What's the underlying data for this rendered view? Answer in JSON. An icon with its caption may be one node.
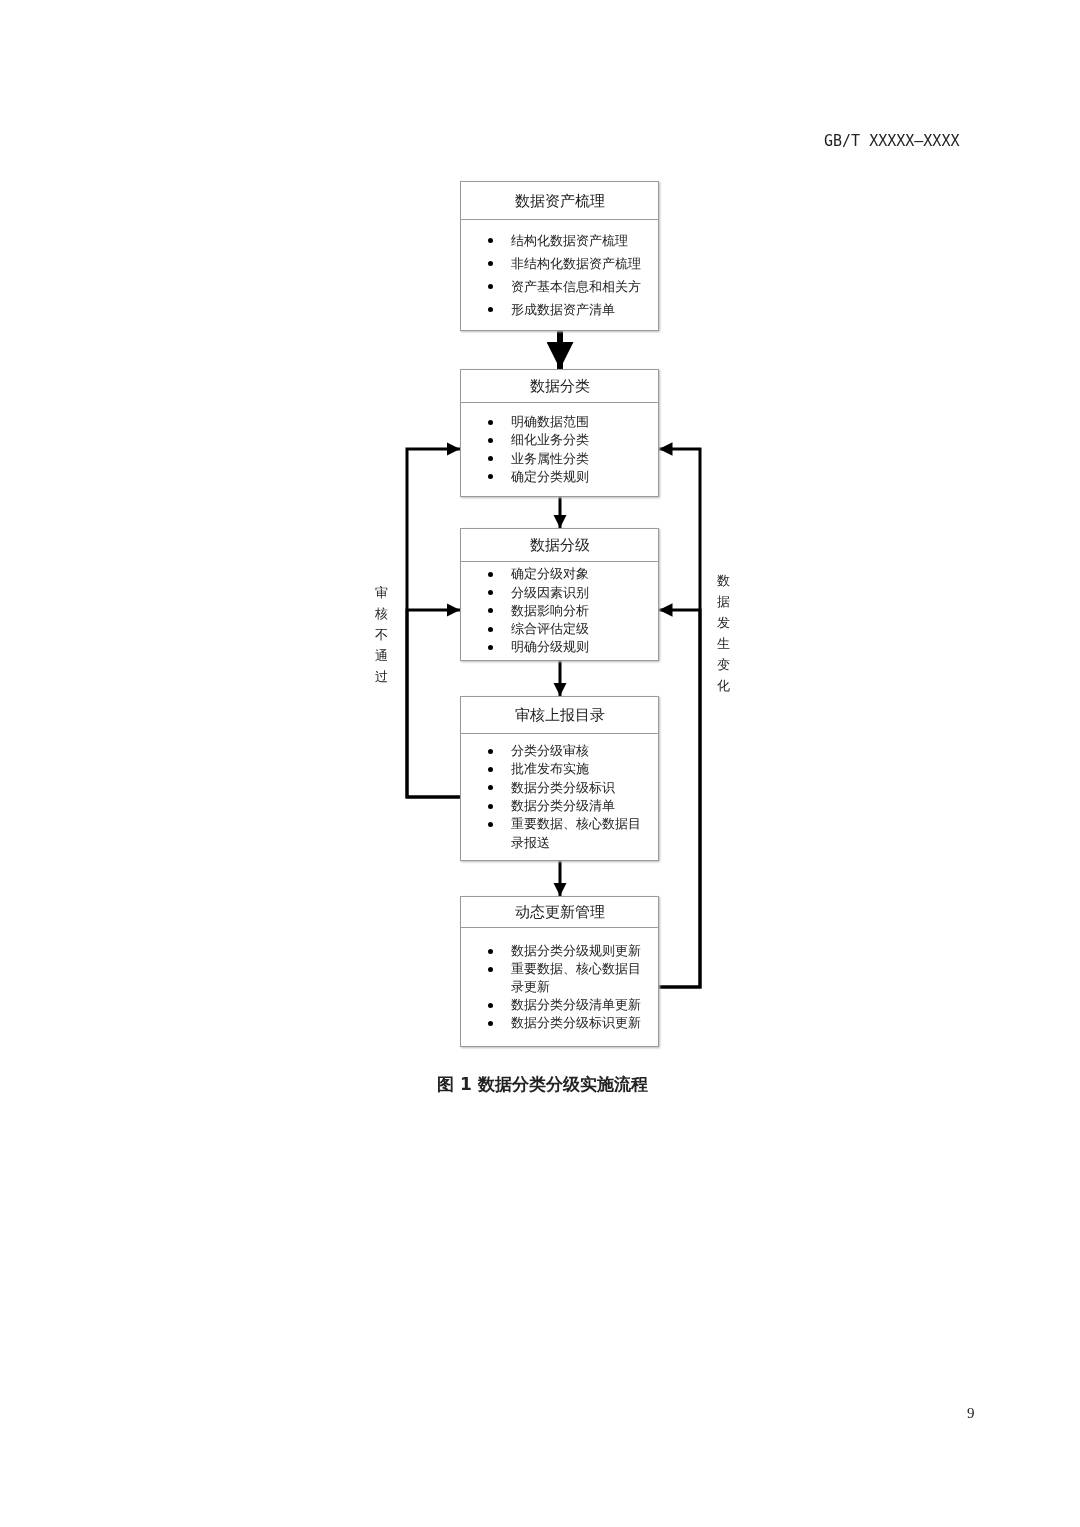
{
  "diagram": {
    "caption": "图 1 数据分类分级实施流程",
    "nodes": [
      {
        "text": [
          "数据资产梳理",
          "结构化数据资产梳理",
          "非结构化数据资产梳理",
          "资产基本信息和相关方",
          "形成数据资产清单"
        ]
      },
      {
        "text": [
          "数据分类",
          "明确数据范围",
          "细化业务分类",
          "业务属性分类",
          "确定分类规则"
        ]
      },
      {
        "text": [
          "数据分级",
          "确定分级对象",
          "分级因素识别",
          "数据影响分析",
          "综合评估定级",
          "明确分级规则"
        ]
      },
      {
        "text": [
          "审核上报目录",
          "分类分级审核",
          "批准发布实施",
          "数据分类分级标识",
          "数据分类分级清单",
          "重要数据、核心数据目录报送"
        ]
      },
      {
        "text": [
          "动态更新管理",
          "数据分类分级规则更新",
          "重要数据、核心数据目录更新",
          "数据分类分级清单更新",
          "数据分类分级标识更新"
        ]
      }
    ],
    "edges": [
      {
        "from": 0,
        "to": 1,
        "arrow": "to",
        "style": "thick"
      },
      {
        "from": 1,
        "to": 2,
        "arrow": "to"
      },
      {
        "from": 2,
        "to": 3,
        "arrow": "to"
      },
      {
        "from": 3,
        "to": 4,
        "arrow": "to"
      },
      {
        "from": 3,
        "to": 1,
        "arrow": "to"
      },
      {
        "from": 3,
        "to": 2,
        "arrow": "to",
        "label": "审核不通过"
      },
      {
        "from": 4,
        "to": 1,
        "arrow": "to"
      },
      {
        "from": 4,
        "to": 2,
        "arrow": "to",
        "label": "数据发生变化"
      }
    ],
    "labels": [
      "GB/T XXXXX—XXXX",
      "9"
    ]
  }
}
